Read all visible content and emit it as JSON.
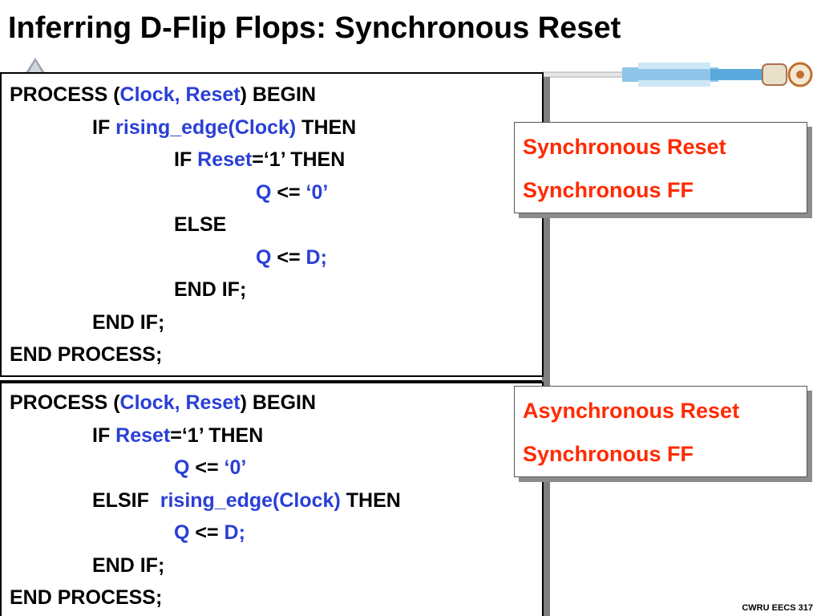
{
  "title": "Inferring D-Flip Flops: Synchronous Reset",
  "colors": {
    "keyword": "#000000",
    "signal": "#2a3fd6",
    "note_text": "#ff2a00"
  },
  "code_sync": {
    "l1": {
      "a": "PROCESS (",
      "b": "Clock, Reset",
      "c": ") BEGIN"
    },
    "l2": {
      "a": "IF ",
      "b": "rising_edge(Clock)",
      "c": " THEN"
    },
    "l3": {
      "a": "IF ",
      "b": "Reset",
      "c": "=‘1’ THEN"
    },
    "l4": {
      "a": "Q",
      "b": " <= ",
      "c": "‘0’"
    },
    "l5": {
      "a": "ELSE"
    },
    "l6": {
      "a": "Q",
      "b": " <= ",
      "c": "D;"
    },
    "l7": {
      "a": "END IF;"
    },
    "l8": {
      "a": "END IF;"
    },
    "l9": {
      "a": "END PROCESS;"
    }
  },
  "code_async": {
    "l1": {
      "a": "PROCESS (",
      "b": "Clock, Reset",
      "c": ") BEGIN"
    },
    "l2": {
      "a": "IF ",
      "b": "Reset",
      "c": "=‘1’ THEN"
    },
    "l3": {
      "a": "Q",
      "b": " <= ",
      "c": "‘0’"
    },
    "l4": {
      "a": "ELSIF  ",
      "b": "rising_edge(Clock)",
      "c": " THEN"
    },
    "l5": {
      "a": "Q",
      "b": " <= ",
      "c": "D;"
    },
    "l6": {
      "a": "END IF;"
    },
    "l7": {
      "a": "END PROCESS;"
    }
  },
  "note_sync": {
    "line1": "Synchronous Reset",
    "line2": "Synchronous FF"
  },
  "note_async": {
    "line1": "Asynchronous Reset",
    "line2": "Synchronous FF"
  },
  "footer": "CWRU EECS 317"
}
